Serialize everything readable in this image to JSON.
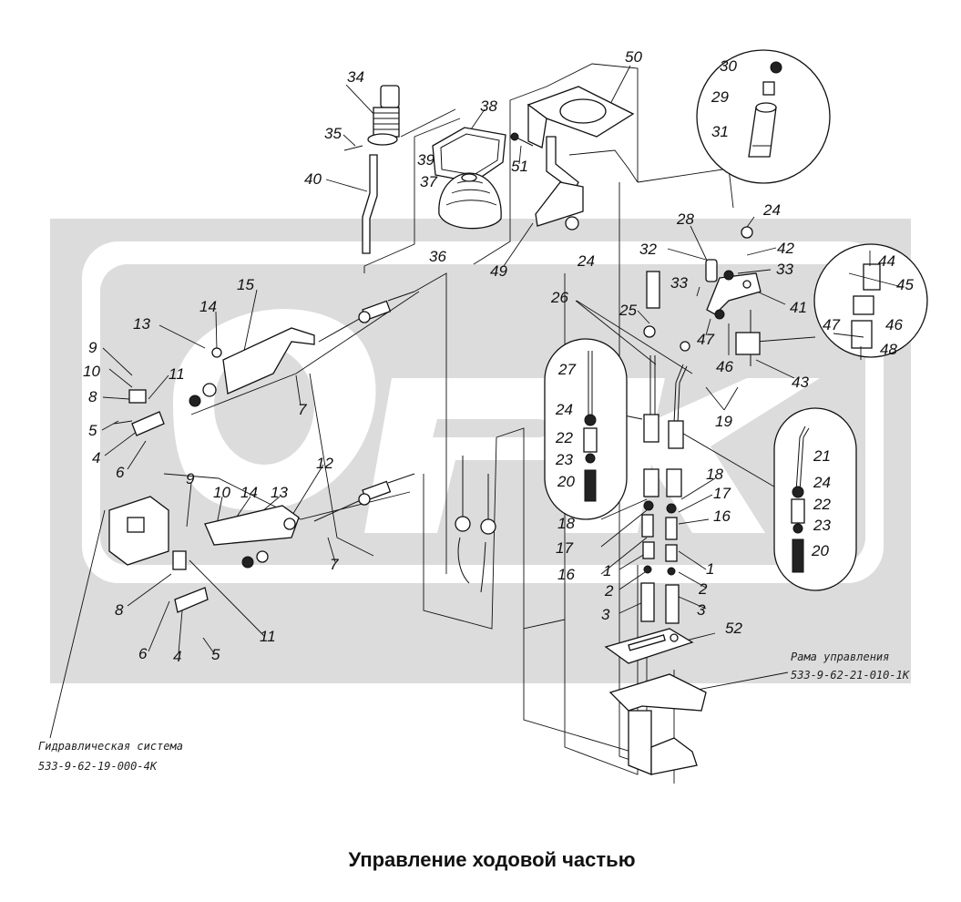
{
  "title": "Управление ходовой частью",
  "notes": {
    "hydraulic_system_name": "Гидравлическая система",
    "hydraulic_system_code": "533-9-62-19-000-4K",
    "control_frame_name": "Рама управления",
    "control_frame_code": "533-9-62-21-010-1K"
  },
  "callouts": {
    "c1a": "1",
    "c1b": "1",
    "c2a": "2",
    "c2b": "2",
    "c3a": "3",
    "c3b": "3",
    "c4a": "4",
    "c4b": "4",
    "c5a": "5",
    "c5b": "5",
    "c6a": "6",
    "c6b": "6",
    "c7a": "7",
    "c7b": "7",
    "c8a": "8",
    "c8b": "8",
    "c9a": "9",
    "c9b": "9",
    "c10a": "10",
    "c10b": "10",
    "c11a": "11",
    "c11b": "11",
    "c12": "12",
    "c13a": "13",
    "c13b": "13",
    "c14a": "14",
    "c14b": "14",
    "c15": "15",
    "c16a": "16",
    "c16b": "16",
    "c17a": "17",
    "c17b": "17",
    "c18a": "18",
    "c18b": "18",
    "c19": "19",
    "c20a": "20",
    "c20b": "20",
    "c21": "21",
    "c22a": "22",
    "c22b": "22",
    "c23a": "23",
    "c23b": "23",
    "c24a": "24",
    "c24b": "24",
    "c24c": "24",
    "c24d": "24",
    "c25": "25",
    "c26": "26",
    "c27": "27",
    "c28": "28",
    "c29": "29",
    "c30": "30",
    "c31": "31",
    "c32": "32",
    "c33a": "33",
    "c33b": "33",
    "c34": "34",
    "c35": "35",
    "c36": "36",
    "c37": "37",
    "c38": "38",
    "c39": "39",
    "c40": "40",
    "c41": "41",
    "c42": "42",
    "c43": "43",
    "c44": "44",
    "c45": "45",
    "c46a": "46",
    "c46b": "46",
    "c47a": "47",
    "c47b": "47",
    "c48": "48",
    "c49": "49",
    "c50": "50",
    "c51": "51",
    "c52": "52"
  },
  "watermark_text": "ORK"
}
